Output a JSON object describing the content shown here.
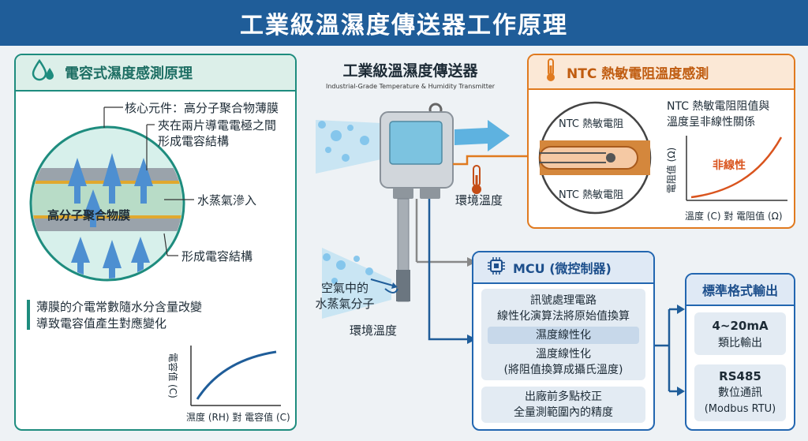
{
  "main_title": "工業級溫濕度傳送器工作原理",
  "capacitive": {
    "title": "電容式濕度感測原理",
    "core_label": "核心元件：高分子聚合物薄膜",
    "electrode_label_1": "夾在兩片導電電極之間",
    "electrode_label_2": "形成電容結構",
    "polymer_label": "高分子聚合物膜",
    "vapor_label": "水蒸氣滲入",
    "capacitor_label": "形成電容結構",
    "note_1": "薄膜的介電常數隨水分含量改變",
    "note_2": "導致電容值產生對應變化",
    "graph_ylabel": "電容值 (C)",
    "graph_xlabel": "濕度 (RH) 對 電容值 (C)"
  },
  "device": {
    "title": "工業級溫濕度傳送器",
    "subtitle": "Industrial-Grade Temperature & Humidity Transmitter",
    "env_temp": "環境溫度",
    "air_vapor_1": "空氣中的",
    "air_vapor_2": "水蒸氣分子",
    "env_temp_2": "環境溫度"
  },
  "ntc": {
    "title": "NTC 熱敏電阻溫度感測",
    "resistor_top": "NTC 熱敏電阻",
    "resistor_bottom": "NTC 熱敏電阻",
    "desc_1": "NTC 熱敏電阻阻值與",
    "desc_2": "溫度呈非線性關係",
    "nonlinear": "非線性",
    "graph_ylabel": "電阻值 (Ω)",
    "graph_xlabel": "溫度 (C) 對 電阻值 (Ω)"
  },
  "mcu": {
    "title": "MCU (微控制器)",
    "proc_1": "訊號處理電路",
    "proc_2": "線性化演算法將原始值換算",
    "humidity_lin": "濕度線性化",
    "temp_lin_1": "溫度線性化",
    "temp_lin_2": "(將阻值換算成攝氏溫度)",
    "calib_1": "出廠前多點校正",
    "calib_2": "全量測範圍內的精度"
  },
  "output": {
    "title": "標準格式輸出",
    "analog_1": "4~20mA",
    "analog_2": "類比輸出",
    "digital_1": "RS485",
    "digital_2": "數位通訊",
    "digital_3": "(Modbus RTU)"
  },
  "colors": {
    "title_bar": "#1f5d99",
    "teal": "#1e8c7e",
    "orange": "#e07a1f",
    "blue": "#2266b0",
    "curve_red": "#d9541e",
    "curve_blue": "#1f5d99"
  }
}
